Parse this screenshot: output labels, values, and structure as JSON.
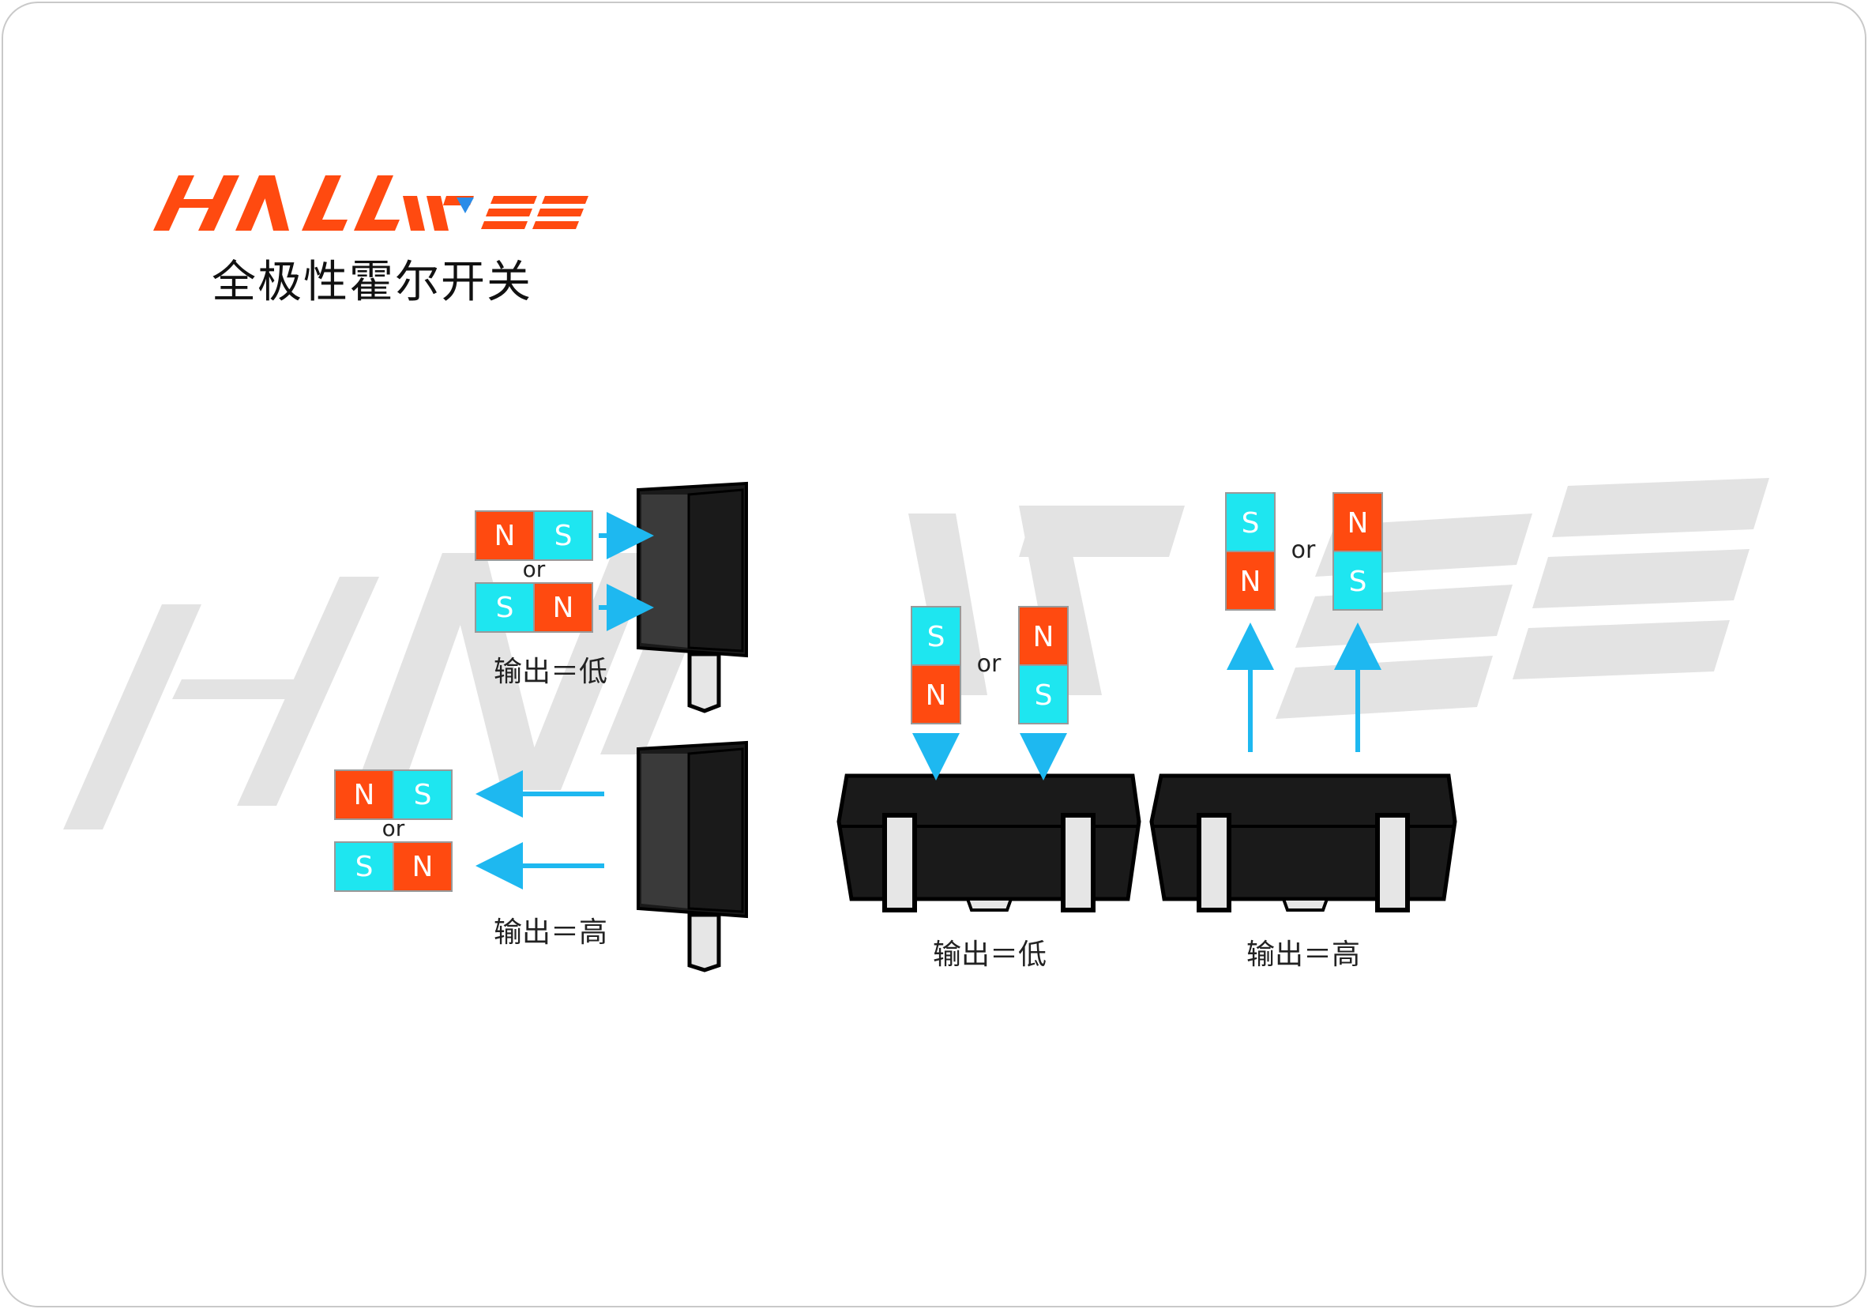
{
  "brand": {
    "logo_text": "HALLWEE",
    "subtitle": "全极性霍尔开关",
    "accent": "#FF4A10",
    "watermark_color": "#E3E3E3"
  },
  "colors": {
    "north_pole": "#FF4A10",
    "south_pole": "#1EE6F0",
    "arrow": "#1EB8F0",
    "sensor_body": "#1A1A1A"
  },
  "poles": {
    "north": "N",
    "south": "S"
  },
  "connector": "or",
  "outputs": {
    "to92_low": "输出＝低",
    "to92_high": "输出＝高",
    "sot23_low": "输出＝低",
    "sot23_high": "输出＝高"
  },
  "icons": {
    "arrow_right": "arrow-right-icon",
    "arrow_left": "arrow-left-icon",
    "arrow_down": "arrow-down-icon",
    "arrow_up": "arrow-up-icon"
  }
}
